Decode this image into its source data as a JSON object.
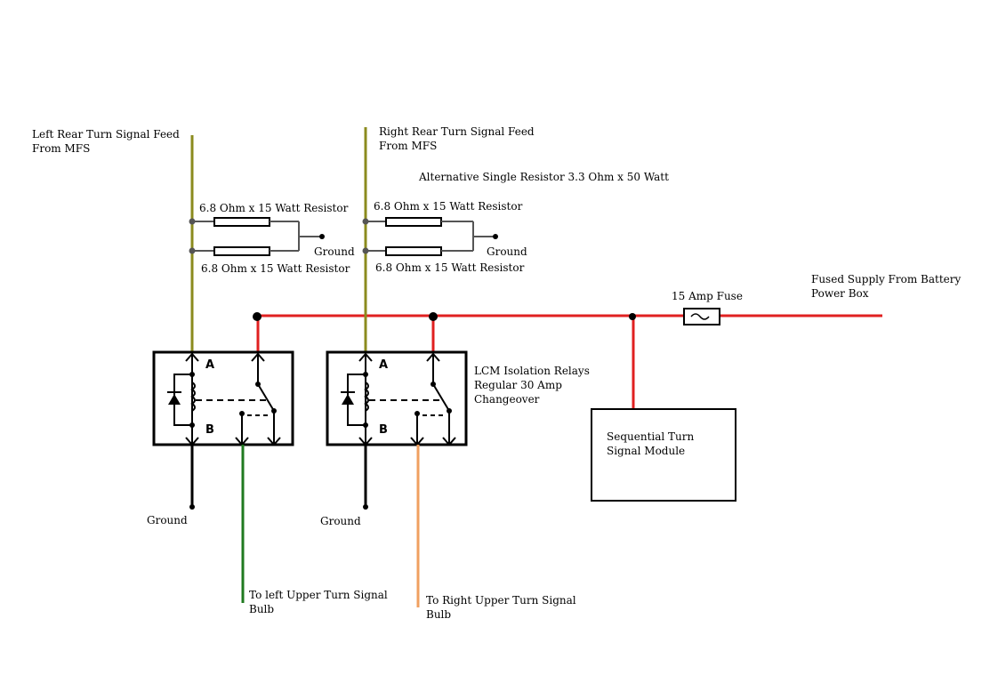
{
  "labels": {
    "left_feed_line1": "Left Rear Turn Signal Feed",
    "left_feed_line2": "From MFS",
    "right_feed_line1": "Right Rear Turn Signal Feed",
    "right_feed_line2": "From MFS",
    "alternative": "Alternative Single Resistor 3.3 Ohm x 50 Watt",
    "left_res_top": "6.8 Ohm x 15 Watt Resistor",
    "left_res_bottom": "6.8 Ohm x 15 Watt Resistor",
    "right_res_top": "6.8 Ohm x 15 Watt Resistor",
    "right_res_bottom": "6.8 Ohm x 15 Watt Resistor",
    "left_res_ground": "Ground",
    "right_res_ground": "Ground",
    "fuse": "15 Amp Fuse",
    "supply_line1": "Fused Supply From Battery",
    "supply_line2": "Power Box",
    "relays_line1": "LCM Isolation Relays",
    "relays_line2": "Regular 30 Amp",
    "relays_line3": "Changeover",
    "module_line1": "Sequential Turn",
    "module_line2": "Signal Module",
    "left_relay_ground": "Ground",
    "right_relay_ground": "Ground",
    "left_out_line1": "To left Upper Turn Signal",
    "left_out_line2": "Bulb",
    "right_out_line1": "To Right Upper Turn Signal",
    "right_out_line2": "Bulb",
    "left_relay_a": "A",
    "left_relay_b": "B",
    "right_relay_a": "A",
    "right_relay_b": "B"
  },
  "wire_colors": {
    "feed": "#8b8b1e",
    "supply": "#e02020",
    "ground": "#000000",
    "left_output": "#1f7a1f",
    "right_output": "#f0a060"
  }
}
